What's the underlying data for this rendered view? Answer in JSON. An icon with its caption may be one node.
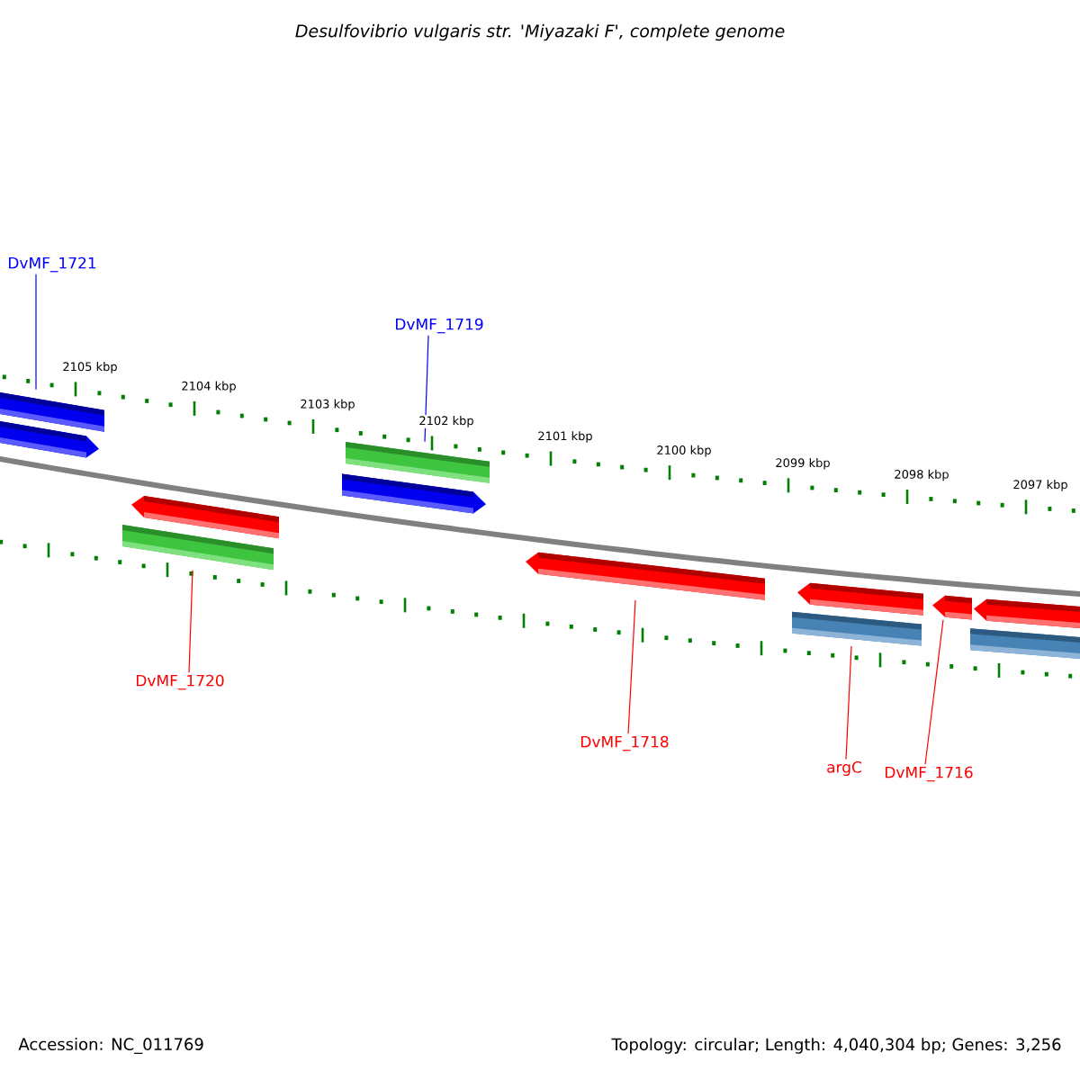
{
  "diagram": {
    "title": "Desulfovibrio vulgaris str. 'Miyazaki F', complete genome",
    "nodes": [
      {
        "text": [
          "DvMF_1721"
        ]
      },
      {
        "text": [
          "DvMF_1719"
        ]
      },
      {
        "text": [
          "DvMF_1720"
        ]
      },
      {
        "text": [
          "DvMF_1718"
        ]
      },
      {
        "text": [
          "argC"
        ]
      },
      {
        "text": [
          "DvMF_1716"
        ]
      },
      {
        "text": [],
        "shape": "bar"
      },
      {
        "text": [],
        "shape": "arrow"
      },
      {
        "text": [],
        "shape": "bar"
      },
      {
        "text": [],
        "shape": "arrow"
      },
      {
        "text": [],
        "shape": "arrow"
      },
      {
        "text": [],
        "shape": "bar"
      },
      {
        "text": [],
        "shape": "arrow"
      },
      {
        "text": [],
        "shape": "arrow"
      },
      {
        "text": [],
        "shape": "bar"
      },
      {
        "text": [],
        "shape": "arrow"
      },
      {
        "text": [],
        "shape": "arrow"
      },
      {
        "text": [],
        "shape": "bar"
      }
    ],
    "edges": [
      {
        "from": 0,
        "to": 6,
        "arrow": "none",
        "color": "#0000ff"
      },
      {
        "from": 1,
        "to": 8,
        "arrow": "none",
        "color": "#0000ff"
      },
      {
        "from": 2,
        "to": 11,
        "arrow": "none"
      },
      {
        "from": 3,
        "to": 12,
        "arrow": "none"
      },
      {
        "from": 4,
        "to": 14,
        "arrow": "none"
      },
      {
        "from": 5,
        "to": 15,
        "arrow": "none"
      }
    ],
    "labels": [
      "2105 kbp",
      "2104 kbp",
      "2103 kbp",
      "2102 kbp",
      "2101 kbp",
      "2100 kbp",
      "2099 kbp",
      "2098 kbp",
      "2097 kbp",
      "Accession: NC_011769",
      "Topology: circular; Length: 4,040,304 bp; Genes: 3,256"
    ]
  }
}
